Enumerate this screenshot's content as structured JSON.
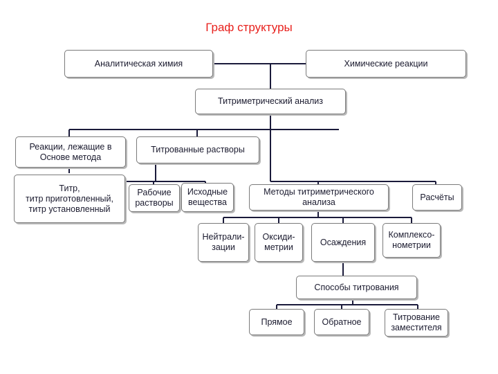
{
  "title": "Граф структуры",
  "nodes": {
    "analytical_chemistry": "Аналитическая химия",
    "chemical_reactions": "Химические реакции",
    "titrimetric_analysis": "Титриметрический анализ",
    "reactions_basis": "Реакции, лежащие в\nОснове метода",
    "titrated_solutions": "Титрованные растворы",
    "titer_types": "Титр,\nтитр приготовленный,\nтитр установленный",
    "working_solutions": "Рабочие\nрастворы",
    "source_substances": "Исходные\nвещества",
    "titrimetric_methods": "Методы титриметрического\nанализа",
    "calculations": "Расчёты",
    "neutralization": "Нейтрали-\nзации",
    "oxidimetry": "Оксиди-\nметрии",
    "precipitation": "Осаждения",
    "complexometry": "Комплексо-\nнометрии",
    "titration_methods": "Способы титрования",
    "direct": "Прямое",
    "reverse": "Обратное",
    "substitution": "Титрование\nзаместителя"
  },
  "colors": {
    "title": "#e8201c",
    "lines": "#1a1a3a",
    "border": "#7a7a7a"
  }
}
